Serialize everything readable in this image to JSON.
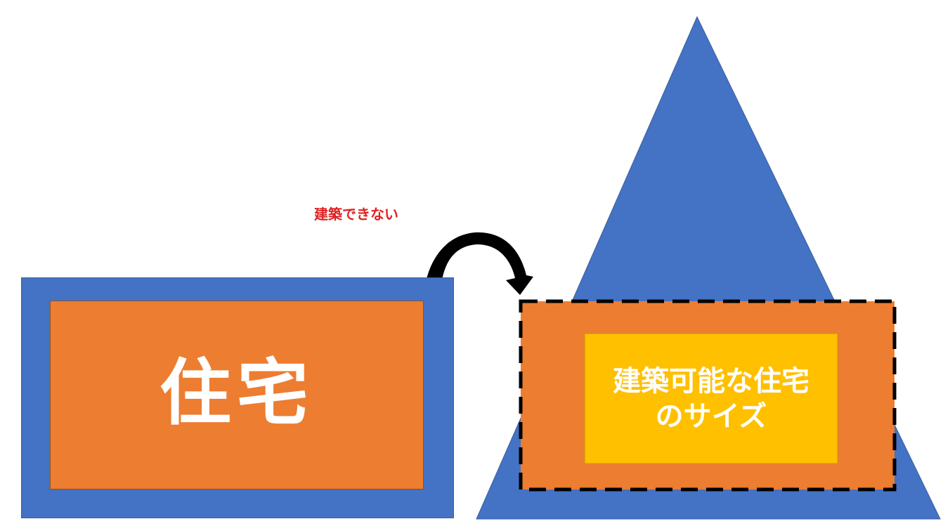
{
  "colors": {
    "lot": "#4472c4",
    "house": "#ed7d31",
    "buildable": "#ffc000",
    "label_text": "#ffffff",
    "warning_text": "#e02020",
    "arrow": "#000000",
    "dashed_border": "#000000"
  },
  "left_house": {
    "label": "住宅"
  },
  "arrow": {
    "label": "建築できない"
  },
  "right_house": {
    "label_line1": "建築可能な住宅",
    "label_line2": "のサイズ"
  }
}
